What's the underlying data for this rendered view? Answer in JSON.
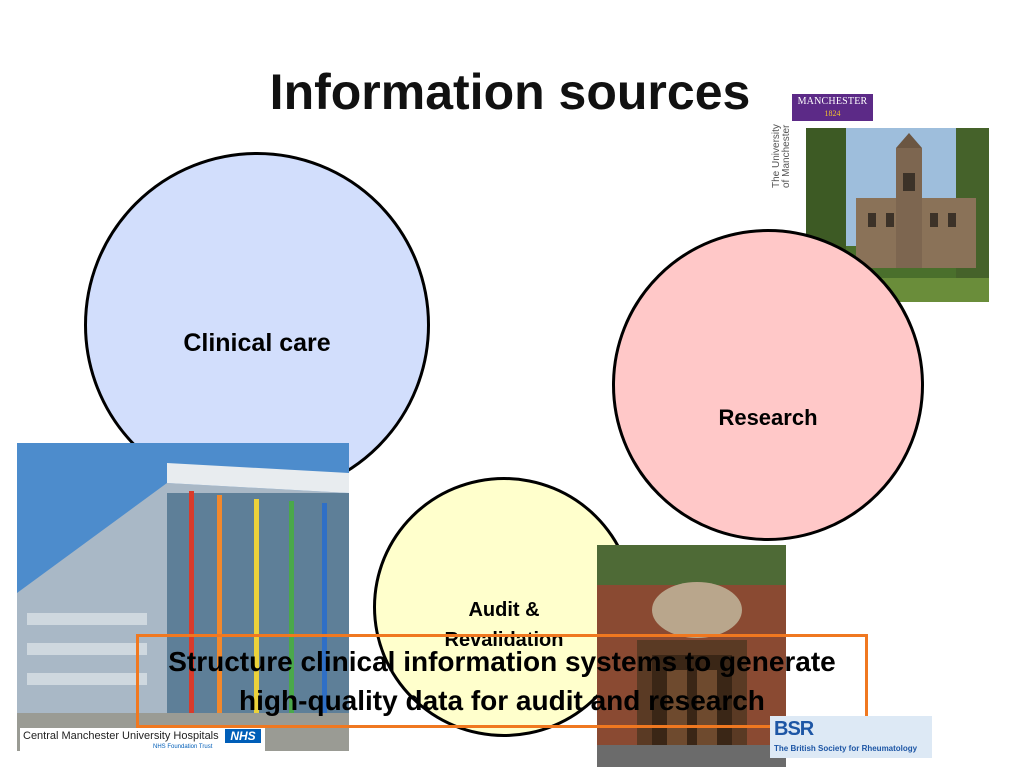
{
  "slide": {
    "title": "Information sources",
    "circles": {
      "clinical_care": "Clinical care",
      "research": "Research",
      "audit_line1": "Audit &",
      "audit_line2": "Revalidation"
    },
    "callout": {
      "line1": "Structure clinical information systems to generate",
      "line2": "high-quality data for audit and research"
    }
  },
  "logos": {
    "manchester": {
      "name": "MANCHESTER",
      "year": "1824",
      "vertical_line1": "The University",
      "vertical_line2": "of Manchester"
    },
    "cmuh": {
      "name": "Central Manchester University Hospitals",
      "nhs": "NHS",
      "trust": "NHS Foundation Trust"
    },
    "bsr": {
      "mark": "BSR",
      "full": "The British Society for Rheumatology"
    }
  },
  "colors": {
    "clinical_circle": "#cddafc",
    "research_circle": "#ffc8c8",
    "audit_circle": "#ffffcc",
    "callout_border": "#f07820",
    "manchester_purple": "#5c2a87",
    "nhs_blue": "#005eb8"
  },
  "icons": {
    "hospital_photo": "hospital-building-photo",
    "university_photo": "university-building-photo",
    "bridge_house_photo": "bridge-house-entrance-photo"
  }
}
